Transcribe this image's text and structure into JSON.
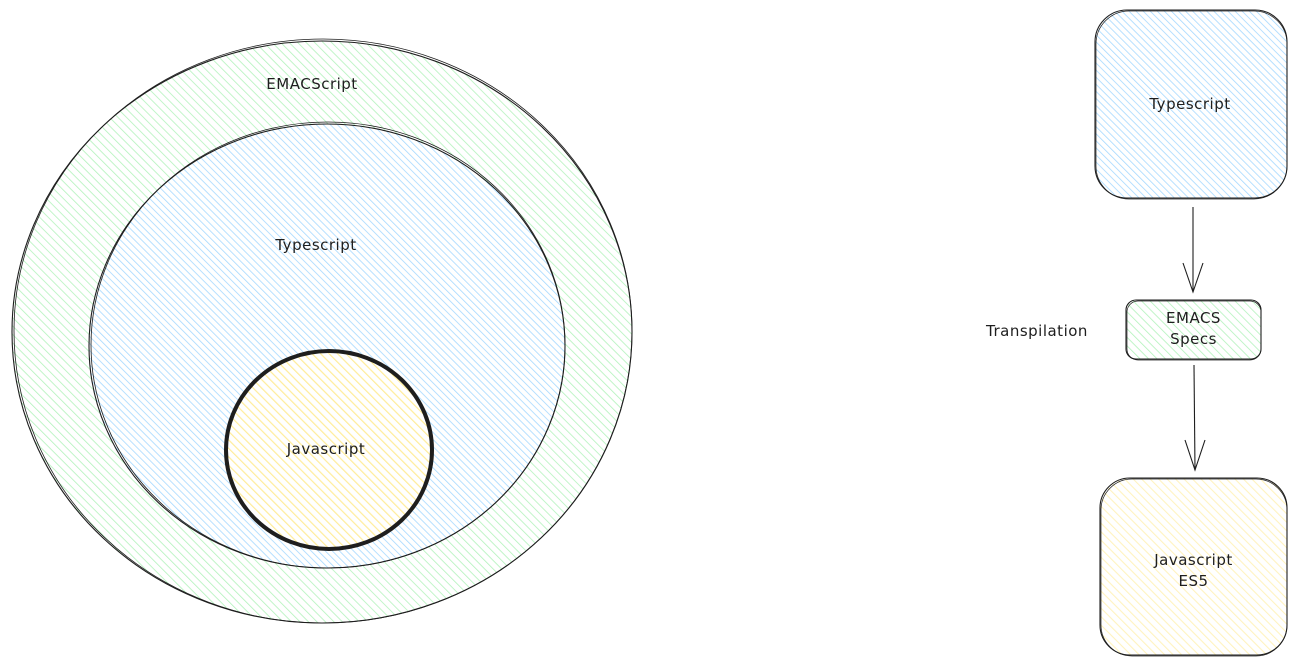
{
  "venn": {
    "outer_label": "EMACScript",
    "middle_label": "Typescript",
    "inner_label": "Javascript"
  },
  "flow": {
    "top_box_label": "Typescript",
    "middle_box_line1": "EMACS",
    "middle_box_line2": "Specs",
    "side_label": "Transpilation",
    "bottom_box_line1": "Javascript",
    "bottom_box_line2": "ES5"
  },
  "colors": {
    "green_fill": "#b2f2bb",
    "blue_fill": "#a5d8ff",
    "yellow_fill": "#ffec99",
    "light_yellow_fill": "#fff3bf",
    "stroke": "#1e1e1e"
  }
}
